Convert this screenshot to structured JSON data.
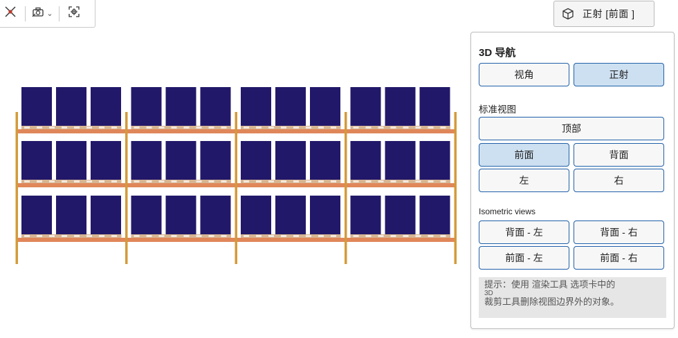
{
  "toolbar": {
    "icons": [
      "axes-off-icon",
      "camera-icon",
      "chevron-down-icon",
      "focus-icon"
    ]
  },
  "projection_button": {
    "icon": "cube-icon",
    "label": "正射 [前面 ]"
  },
  "nav_panel": {
    "title": "3D 导航",
    "view_modes": [
      {
        "label": "视角",
        "active": false
      },
      {
        "label": "正射",
        "active": true
      }
    ],
    "standard_views_label": "标准视图",
    "standard_views": {
      "top": "顶部",
      "front": "前面",
      "back": "背面",
      "left": "左",
      "right": "右",
      "active": "front"
    },
    "isometric_label": "Isometric views",
    "isometric_views": [
      "背面 - 左",
      "背面 - 右",
      "前面 - 左",
      "前面 - 右"
    ],
    "hint": {
      "line1": "提示：使用 渲染工具 选项卡中的",
      "line2": "3D",
      "line3": "裁剪工具删除视图边界外的对象。"
    }
  },
  "scene": {
    "description_colors": {
      "box": "#22186a",
      "beam": "#e0875a",
      "upright": "#d49a3a",
      "pallet": "#d6b592"
    },
    "rack_bays": 4,
    "rack_levels": 3,
    "boxes_per_bay": 3
  },
  "colors": {
    "accent_border": "#1f5fa8",
    "active_fill": "#cde0f1"
  }
}
